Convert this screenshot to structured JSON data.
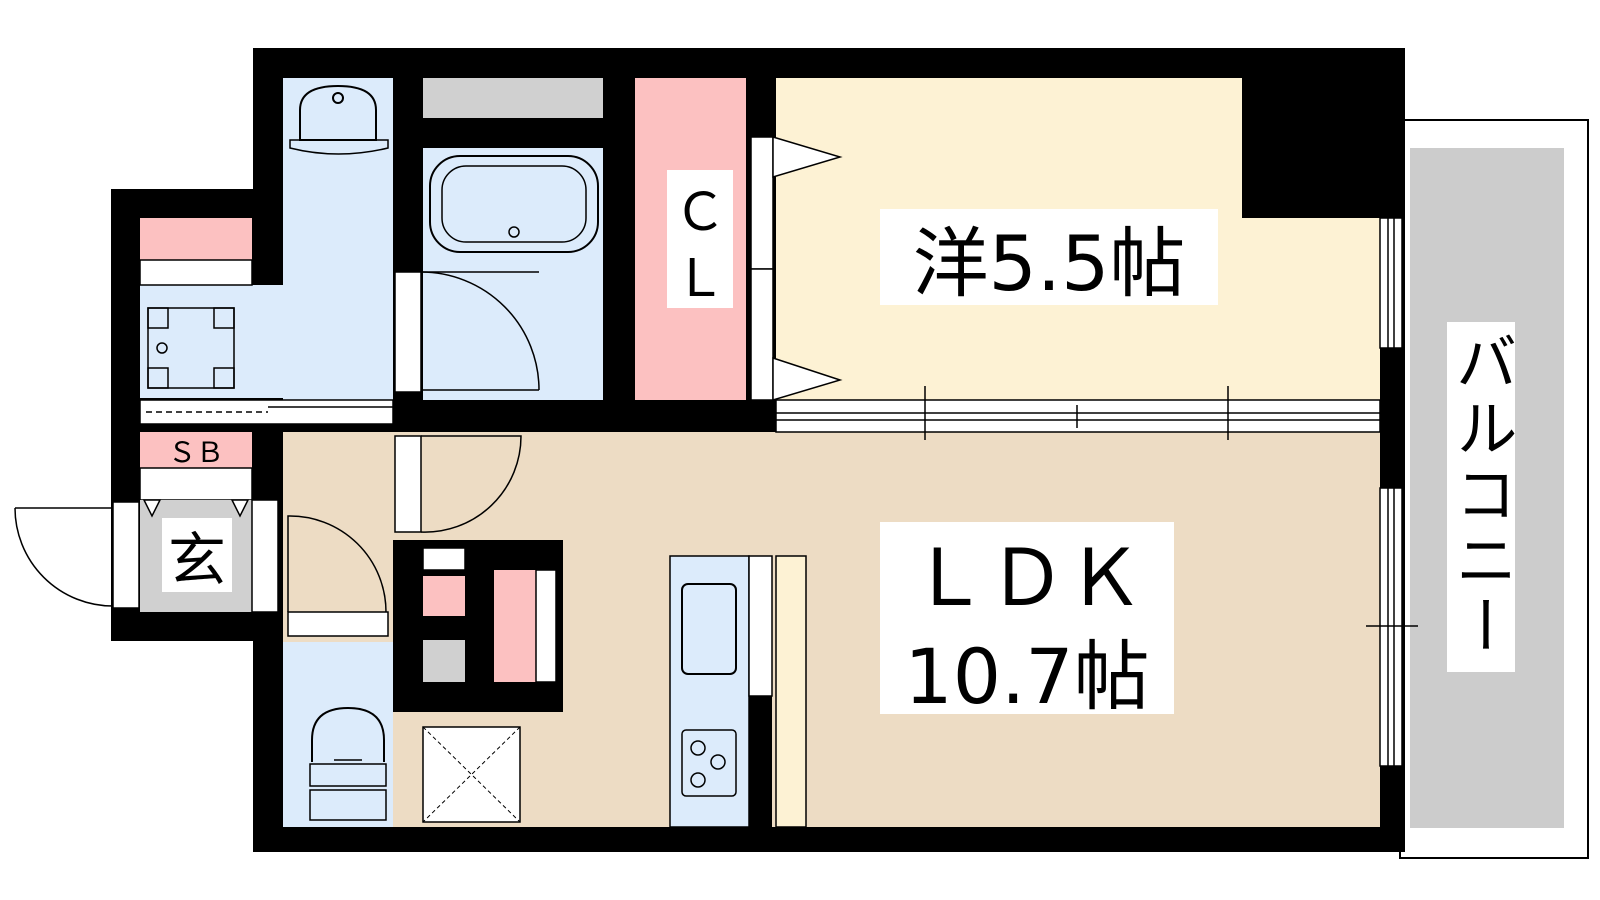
{
  "rooms": {
    "western_room": {
      "label": "洋5.5帖"
    },
    "ldk": {
      "line1": "ＬＤＫ",
      "line2": "10.7帖"
    },
    "closet": {
      "line1": "Ｃ",
      "line2": "Ｌ"
    },
    "shoe_box": {
      "label": "ＳＢ"
    },
    "entrance": {
      "label": "玄"
    },
    "balcony": {
      "label": "バルコニー"
    }
  },
  "colors": {
    "wall": "#000000",
    "wet_area": "#dcebfb",
    "western_room_floor": "#fdf2d4",
    "ldk_floor": "#eddcc4",
    "storage": "#fcc1c1",
    "entrance_floor": "#d0d0d0",
    "balcony_floor": "#cccccc",
    "counter": "#fdf2d4"
  }
}
